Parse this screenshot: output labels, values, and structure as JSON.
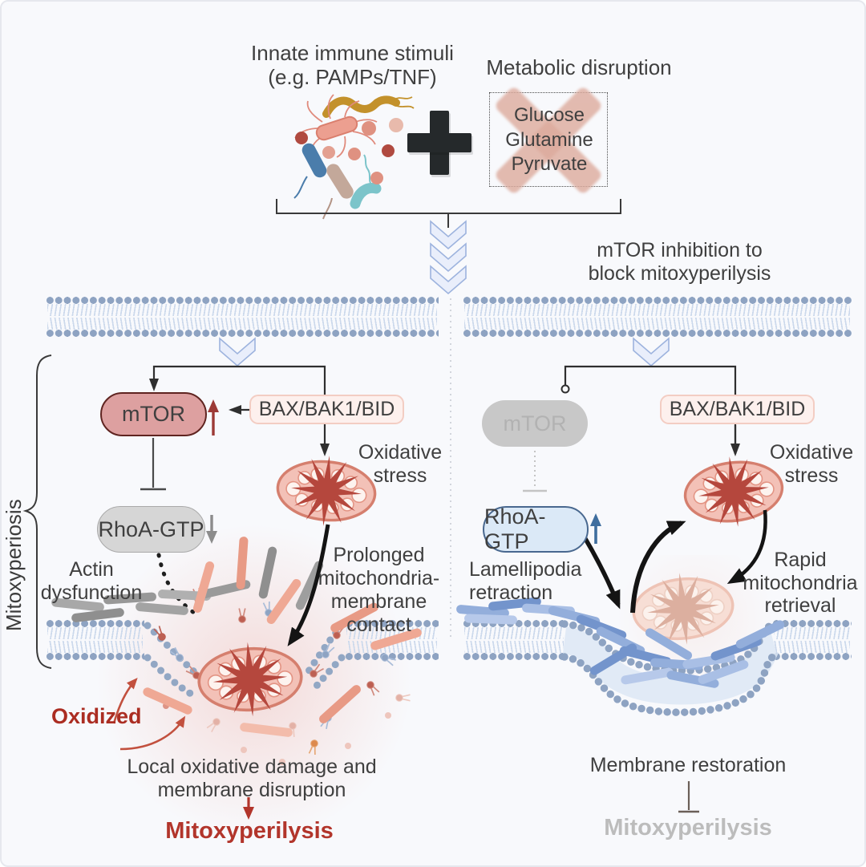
{
  "figure": {
    "top": {
      "stimuli_title_line1": "Innate immune stimuli",
      "stimuli_title_line2": "(e.g. PAMPs/TNF)",
      "plus_sign": "+",
      "metabolic_title": "Metabolic disruption",
      "metabolites": [
        "Glucose",
        "Glutamine",
        "Pyruvate"
      ]
    },
    "right_header": {
      "line1": "mTOR inhibition to",
      "line2": "block mitoxyperilysis"
    },
    "left_panel": {
      "side_label": "Mitoxyperiosis",
      "mtor": "mTOR",
      "bax": "BAX/BAK1/BID",
      "oxidative_line1": "Oxidative",
      "oxidative_line2": "stress",
      "rhoa": "RhoA-GTP",
      "actin_line1": "Actin",
      "actin_line2": "dysfunction",
      "prolonged_lines": [
        "Prolonged",
        "mitochondria-",
        "membrane",
        "contact"
      ],
      "oxidized": "Oxidized",
      "damage_line1": "Local oxidative damage and",
      "damage_line2": "membrane disruption",
      "outcome": "Mitoxyperilysis"
    },
    "right_panel": {
      "mtor": "mTOR",
      "bax": "BAX/BAK1/BID",
      "oxidative_line1": "Oxidative",
      "oxidative_line2": "stress",
      "rhoa": "RhoA-GTP",
      "lamellipodia_line1": "Lamellipodia",
      "lamellipodia_line2": "retraction",
      "rapid_lines": [
        "Rapid",
        "mitochondria",
        "retrieval"
      ],
      "restoration": "Membrane restoration",
      "outcome": "Mitoxyperilysis"
    },
    "colors": {
      "background": "#f8f9fc",
      "membrane_head": "#8ea3c2",
      "mtor_active_fill": "#dda0a0",
      "mtor_inactive_fill": "#c8c8c8",
      "bax_fill": "#fdf0ed",
      "rhoa_inactive_fill": "#d6d6d6",
      "rhoa_active_fill": "#dbe9f7",
      "accent_red": "#b2352b",
      "starburst_red": "#b5473d",
      "outcome_gray": "#bcbcbc"
    }
  }
}
